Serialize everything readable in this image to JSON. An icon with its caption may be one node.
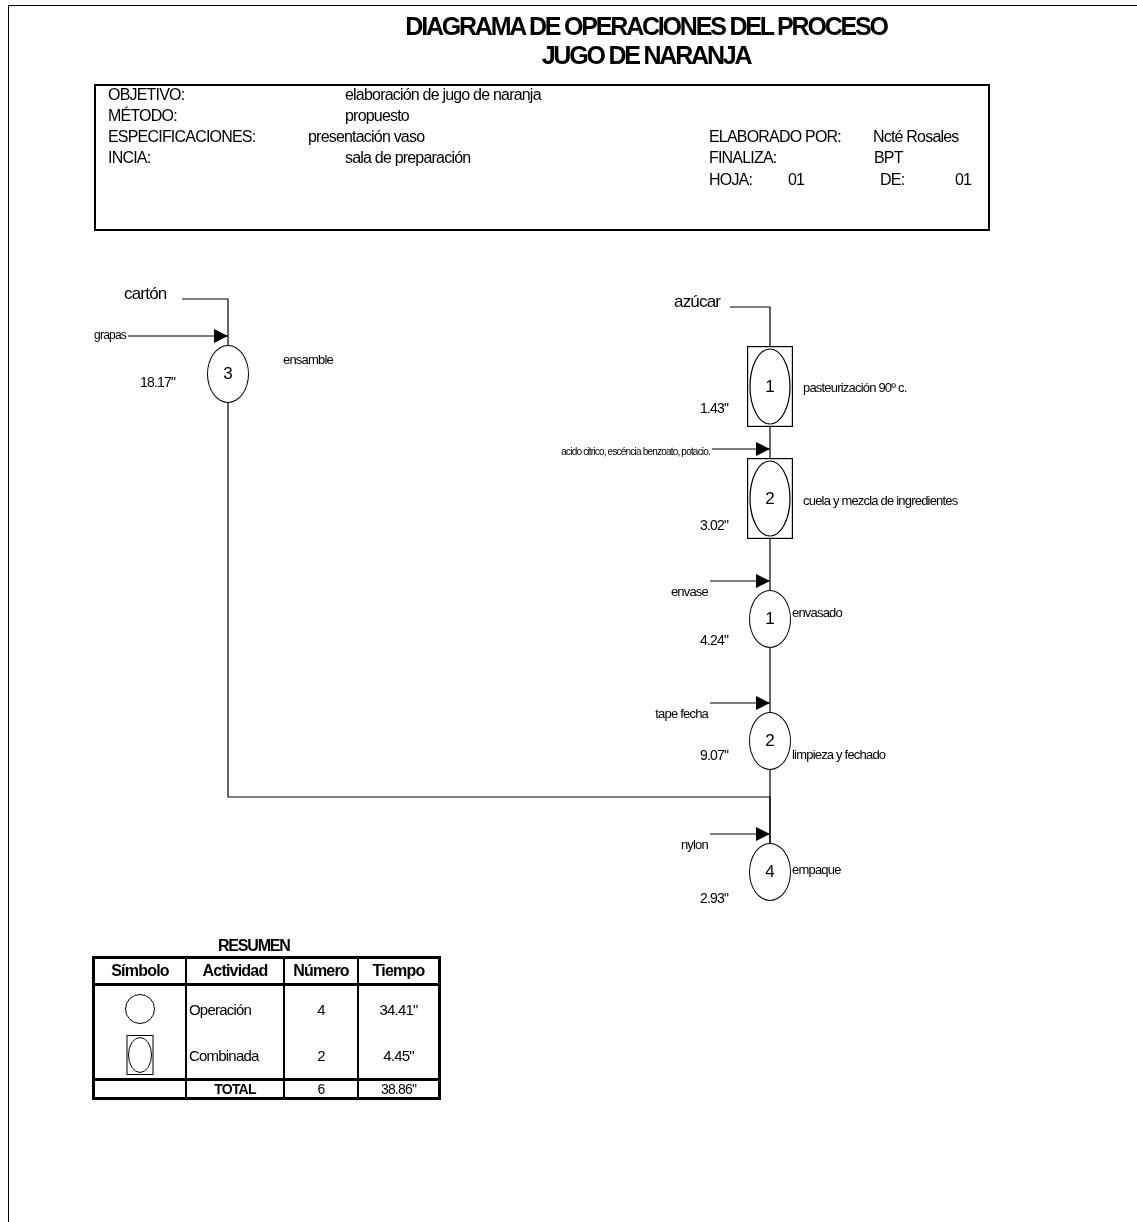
{
  "diagram": {
    "title": "DIAGRAMA DE OPERACIONES DEL PROCESO JUGO DE NARANJA",
    "nodes": [
      {
        "text": [
          "cartón"
        ]
      },
      {
        "text": [
          "grapas"
        ]
      },
      {
        "text": [
          "3"
        ],
        "beside": [
          "ensamble",
          "18.17\""
        ]
      },
      {
        "text": [
          "azúcar"
        ]
      },
      {
        "text": [
          "1"
        ],
        "beside": [
          "pasteurización 90º c.",
          "1.43\""
        ]
      },
      {
        "text": [
          "acido citrico, escéncia benzoato, potacio."
        ]
      },
      {
        "text": [
          "2"
        ],
        "beside": [
          "cuela y mezcla de ingredientes",
          "3.02\""
        ]
      },
      {
        "text": [
          "envase"
        ]
      },
      {
        "text": [
          "1"
        ],
        "beside": [
          "envasado",
          "4.24\""
        ]
      },
      {
        "text": [
          "tape fecha"
        ]
      },
      {
        "text": [
          "2"
        ],
        "beside": [
          "limpieza y fechado",
          "9.07\""
        ]
      },
      {
        "text": [
          "nylon"
        ]
      },
      {
        "text": [
          "4"
        ],
        "beside": [
          "empaque",
          "2.93\""
        ]
      }
    ],
    "edges": [
      {
        "from": 0,
        "to": 2,
        "arrow": "none"
      },
      {
        "from": 1,
        "to": 2,
        "arrow": "to"
      },
      {
        "from": 3,
        "to": 4,
        "arrow": "none"
      },
      {
        "from": 4,
        "to": 6,
        "arrow": "none"
      },
      {
        "from": 5,
        "to": 6,
        "arrow": "to"
      },
      {
        "from": 6,
        "to": 8,
        "arrow": "none"
      },
      {
        "from": 7,
        "to": 8,
        "arrow": "to"
      },
      {
        "from": 8,
        "to": 10,
        "arrow": "none"
      },
      {
        "from": 9,
        "to": 10,
        "arrow": "to"
      },
      {
        "from": 10,
        "to": 12,
        "arrow": "none"
      },
      {
        "from": 2,
        "to": 12,
        "arrow": "none"
      },
      {
        "from": 11,
        "to": 12,
        "arrow": "to"
      }
    ],
    "labels": [
      "OBJETIVO:",
      "elaboración de jugo de naranja",
      "MÉTODO:",
      "propuesto",
      "ESPECIFICACIONES:",
      "presentación vaso",
      "ELABORADO POR:",
      "Ncté Rosales",
      "INCIA:",
      "sala de preparación",
      "FINALIZA:",
      "BPT",
      "HOJA:",
      "01",
      "DE:",
      "01",
      "RESUMEN",
      "Símbolo",
      "Actividad",
      "Número",
      "Tiempo",
      "Operación",
      "4",
      "34.41\"",
      "Combinada",
      "2",
      "4.45\"",
      "TOTAL",
      "6",
      "38.86\""
    ]
  }
}
